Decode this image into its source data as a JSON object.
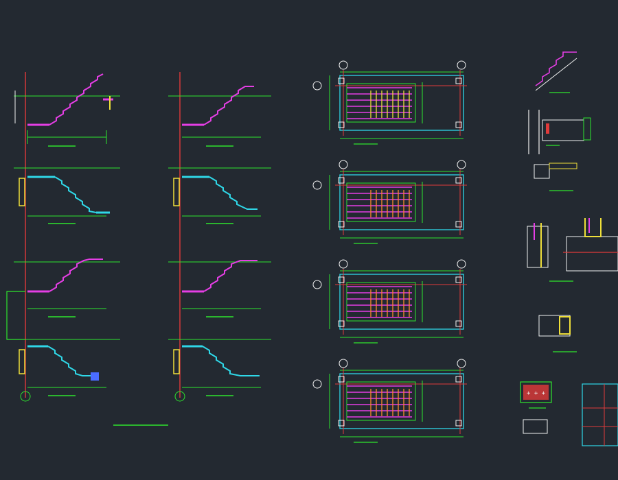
{
  "drawing": {
    "background": "#232931",
    "colors": {
      "red": "#e03a3a",
      "green": "#2ee62e",
      "magenta": "#e53ee5",
      "cyan": "#2fd8e8",
      "yellow": "#f0e03a",
      "white": "#f2f2f2",
      "blue": "#4a6cff",
      "orange": "#ff8a2a"
    }
  },
  "sheet": {
    "title_block_present": true
  },
  "elevations": {
    "count": 8
  },
  "plans": {
    "count": 4
  },
  "details": {
    "count": 8
  },
  "icons": [
    "grid-bubble-icon"
  ]
}
